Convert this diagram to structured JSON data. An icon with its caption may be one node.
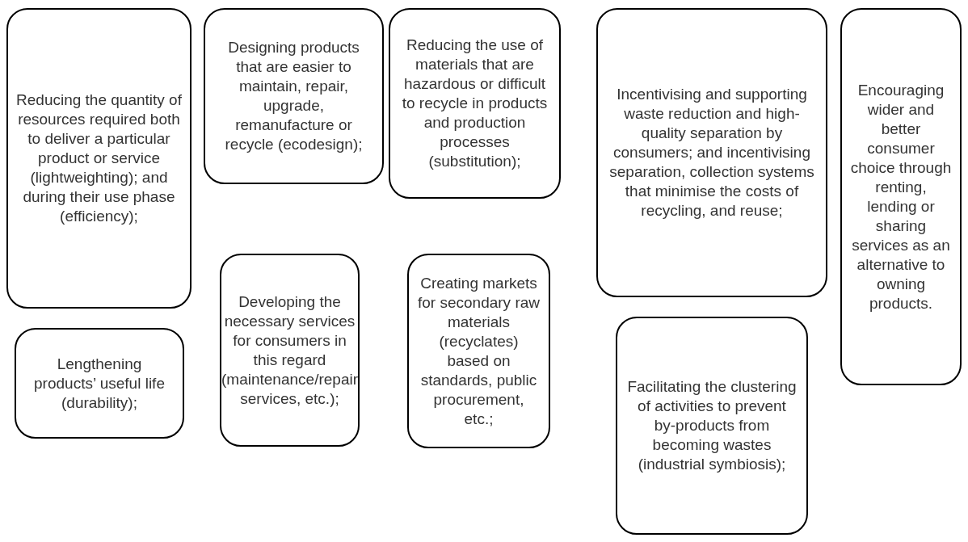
{
  "diagram": {
    "nodes": [
      {
        "text": [
          "Reducing the quantity of resources required both to deliver a particular product or service (lightweighting); and during their use phase (efficiency);"
        ]
      },
      {
        "text": [
          "Lengthening products’ useful life (durability);"
        ]
      },
      {
        "text": [
          "Designing products that are easier to maintain, repair, upgrade, remanufacture or recycle (ecodesign);"
        ]
      },
      {
        "text": [
          "Developing the necessary services for consumers in this regard (maintenance/repair services, etc.);"
        ]
      },
      {
        "text": [
          "Reducing the use of materials that are hazardous or difficult to recycle in products and production processes (substitution);"
        ]
      },
      {
        "text": [
          "Creating markets for secondary raw materials (recyclates) based on standards, public procurement, etc.;"
        ]
      },
      {
        "text": [
          "Incentivising and supporting waste reduction and high-quality separation by consumers; and incentivising separation, collection systems that minimise the costs of recycling, and reuse;"
        ]
      },
      {
        "text": [
          "Facilitating the clustering of activities to prevent by-products from becoming wastes (industrial symbiosis);"
        ]
      },
      {
        "text": [
          "Encouraging wider and better consumer choice through renting, lending or sharing services as an alternative to owning products."
        ]
      }
    ],
    "edges": []
  }
}
